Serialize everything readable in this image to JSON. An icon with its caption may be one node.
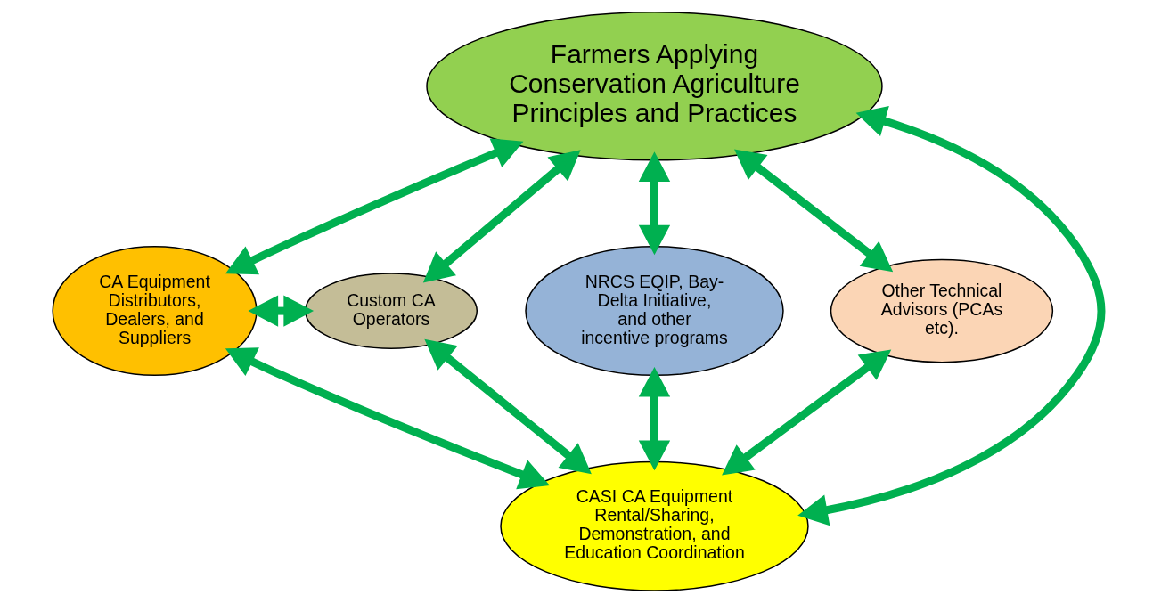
{
  "diagram": {
    "nodes": [
      {
        "text": [
          "Farmers Applying Conservation Agriculture Principles and Practices"
        ]
      },
      {
        "text": [
          "CA Equipment Distributors, Dealers, and Suppliers"
        ]
      },
      {
        "text": [
          "Custom CA Operators"
        ]
      },
      {
        "text": [
          "NRCS EQIP, Bay-Delta Initiative, and other incentive programs"
        ]
      },
      {
        "text": [
          "Other Technical Advisors (PCAs etc)."
        ]
      },
      {
        "text": [
          "CASI CA Equipment Rental/Sharing, Demonstration, and Education Coordination"
        ]
      }
    ],
    "edges": [
      {
        "from": 0,
        "to": 1,
        "arrow": "both"
      },
      {
        "from": 0,
        "to": 2,
        "arrow": "both"
      },
      {
        "from": 0,
        "to": 5,
        "arrow": "both"
      },
      {
        "from": 0,
        "to": 3,
        "arrow": "both"
      },
      {
        "from": 0,
        "to": 4,
        "arrow": "both"
      },
      {
        "from": 1,
        "to": 2,
        "arrow": "both"
      },
      {
        "from": 1,
        "to": 5,
        "arrow": "both"
      },
      {
        "from": 2,
        "to": 5,
        "arrow": "both"
      },
      {
        "from": 3,
        "to": 5,
        "arrow": "both"
      },
      {
        "from": 4,
        "to": 5,
        "arrow": "both"
      }
    ]
  }
}
